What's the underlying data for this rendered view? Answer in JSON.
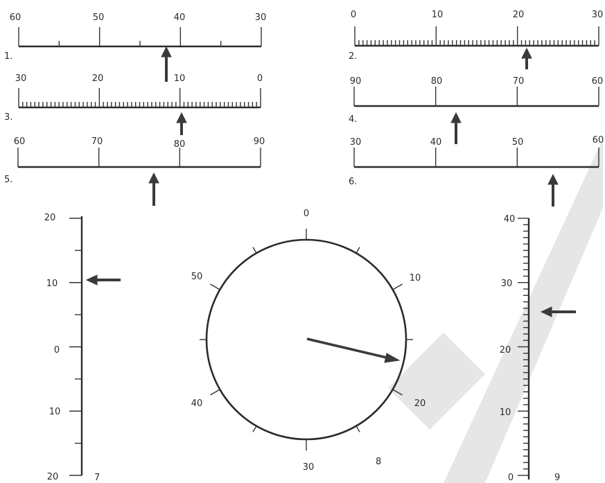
{
  "scales": [
    {
      "number": "1.",
      "ticks": [
        "60",
        "50",
        "40",
        "30"
      ]
    },
    {
      "number": "2.",
      "ticks": [
        "0",
        "10",
        "20",
        "30"
      ]
    },
    {
      "number": "3.",
      "ticks": [
        "30",
        "20",
        "10",
        "0"
      ]
    },
    {
      "number": "4.",
      "ticks": [
        "90",
        "80",
        "70",
        "60"
      ]
    },
    {
      "number": "5.",
      "ticks": [
        "60",
        "70",
        "80",
        "90"
      ]
    },
    {
      "number": "6.",
      "ticks": [
        "30",
        "40",
        "50",
        "60"
      ]
    }
  ],
  "vertical_left": {
    "number": "7",
    "ticks": [
      "20",
      "10",
      "0",
      "10",
      "20"
    ]
  },
  "dial": {
    "number": "8",
    "ticks": [
      "0",
      "10",
      "20",
      "30",
      "40",
      "50"
    ]
  },
  "vertical_right": {
    "number": "9",
    "ticks": [
      "40",
      "30",
      "20",
      "10",
      "0"
    ]
  },
  "colors": {
    "ink": "#2b2b2b",
    "watermark": "#e6e6e6"
  }
}
